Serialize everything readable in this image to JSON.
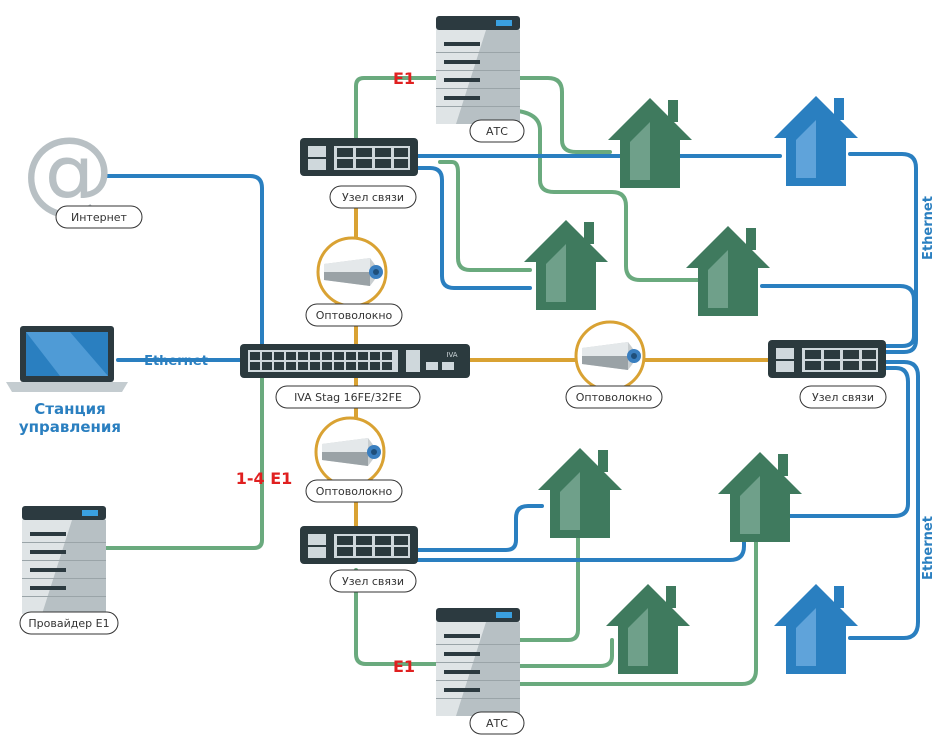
{
  "labels": {
    "internet": "Интернет",
    "ats_top": "АТС",
    "ats_bottom": "АТС",
    "node_top": "Узел связи",
    "node_right": "Узел связи",
    "node_bottom": "Узел связи",
    "fiber_top": "Оптоволокно",
    "fiber_mid": "Оптоволокно",
    "fiber_bottom": "Оптоволокно",
    "main_switch": "IVA Stag 16FE/32FE",
    "provider": "Провайдер E1",
    "station_line1": "Станция",
    "station_line2": "управления",
    "ethernet_left": "Ethernet",
    "ethernet_right_top": "Ethernet",
    "ethernet_right_bottom": "Ethernet",
    "e1_top": "E1",
    "e1_bottom": "E1",
    "e1_multi": "1-4 E1",
    "internet_symbol": "@",
    "switch_brand": "IVA"
  },
  "colors": {
    "ethernet": "#2a7fc0",
    "e1_link": "#6aaa7e",
    "fiber": "#d9a233",
    "label_red": "#e02020",
    "house_green": "#3f7a5e",
    "house_blue": "#2a7fc0",
    "switch_body": "#2b3a3e"
  },
  "icons": [
    "at-sign-icon",
    "laptop-icon",
    "server-icon",
    "switch-icon",
    "fiber-optic-icon",
    "house-icon"
  ]
}
